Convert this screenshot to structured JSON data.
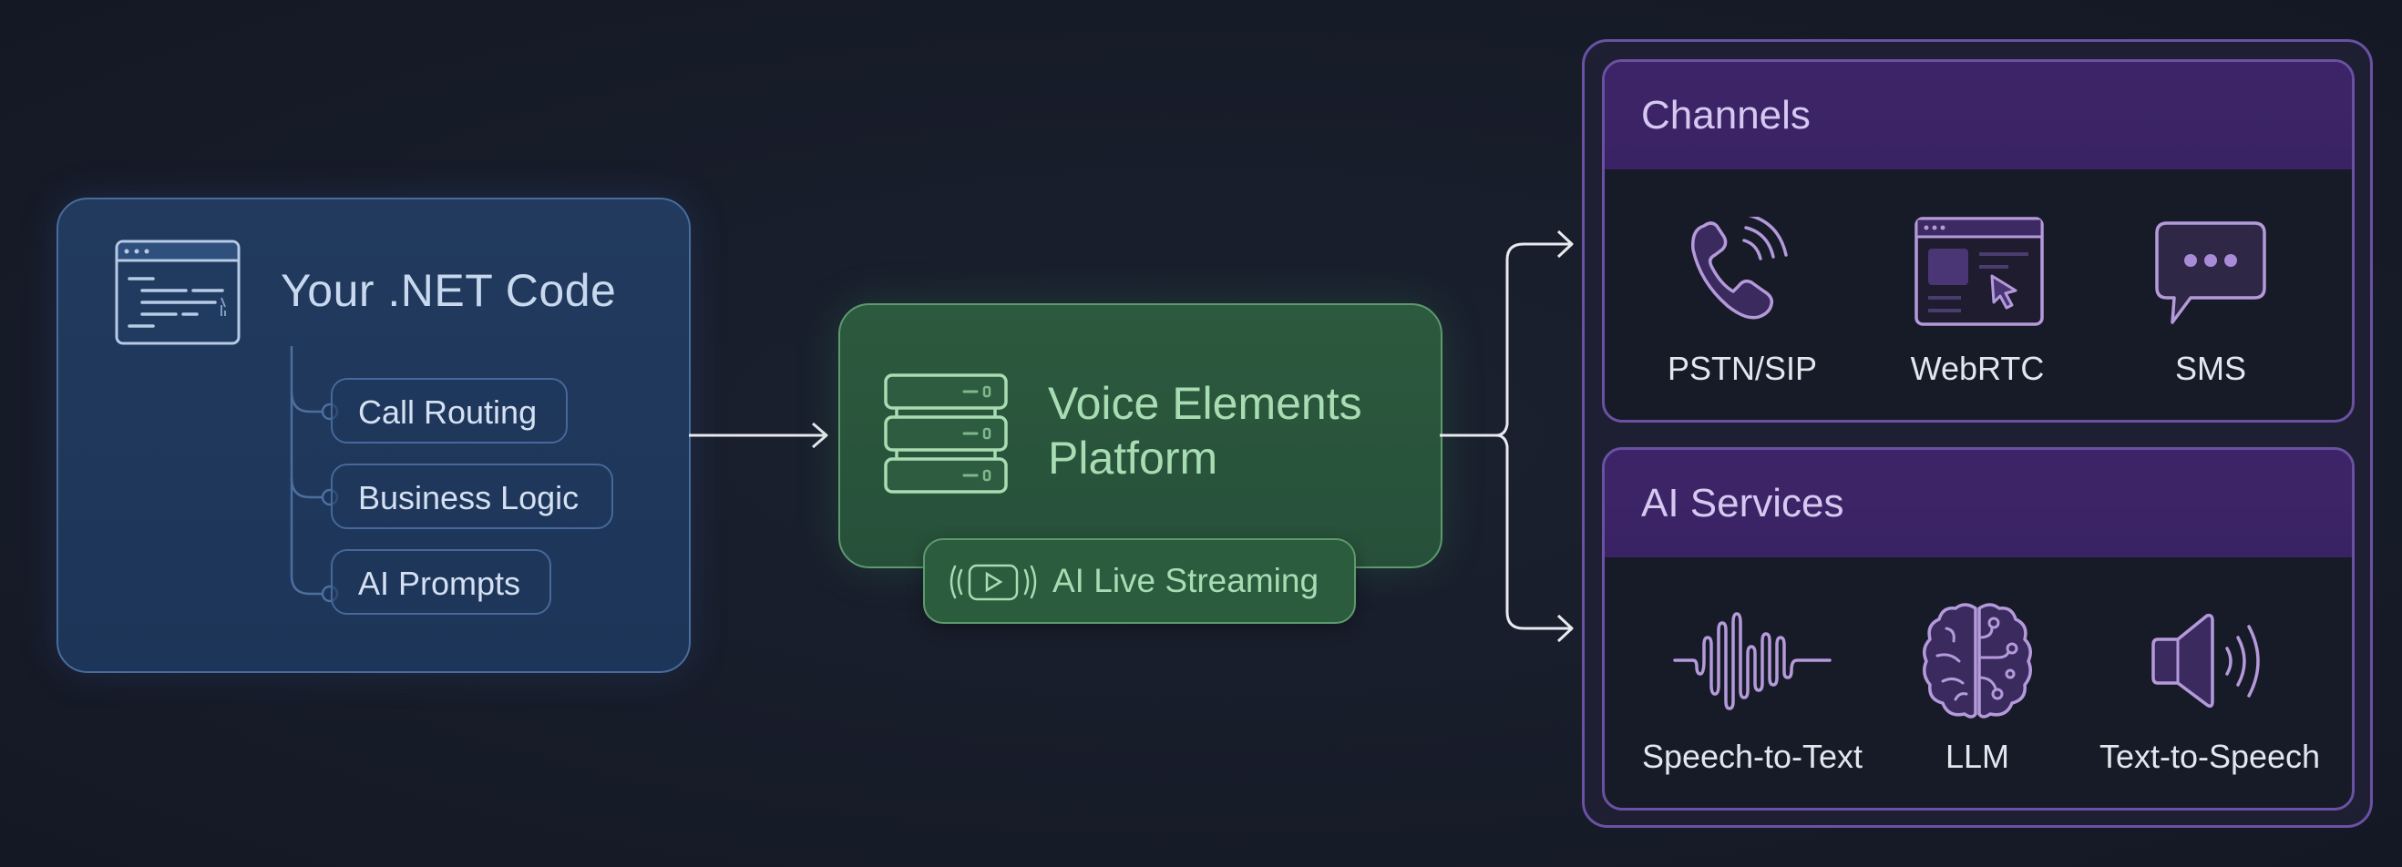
{
  "colors": {
    "background": "#171c29",
    "dotnet_accent": "#4a6c9c",
    "platform_accent": "#5d9a6d",
    "right_accent": "#6a51a3",
    "arrow": "#e8eaf0"
  },
  "dotnet": {
    "title": "Your .NET Code",
    "icon": "code-window-icon",
    "items": [
      {
        "label": "Call Routing"
      },
      {
        "label": "Business Logic"
      },
      {
        "label": "AI Prompts"
      }
    ]
  },
  "platform": {
    "title_line1": "Voice Elements",
    "title_line2": "Platform",
    "icon": "server-stack-icon",
    "streaming": {
      "label": "AI Live Streaming",
      "icon": "live-stream-icon"
    }
  },
  "channels": {
    "title": "Channels",
    "items": [
      {
        "label": "PSTN/SIP",
        "icon": "phone-icon"
      },
      {
        "label": "WebRTC",
        "icon": "browser-cursor-icon"
      },
      {
        "label": "SMS",
        "icon": "chat-bubble-icon"
      }
    ]
  },
  "ai_services": {
    "title": "AI Services",
    "items": [
      {
        "label": "Speech-to-Text",
        "icon": "waveform-icon"
      },
      {
        "label": "LLM",
        "icon": "brain-icon"
      },
      {
        "label": "Text-to-Speech",
        "icon": "speaker-icon"
      }
    ]
  }
}
